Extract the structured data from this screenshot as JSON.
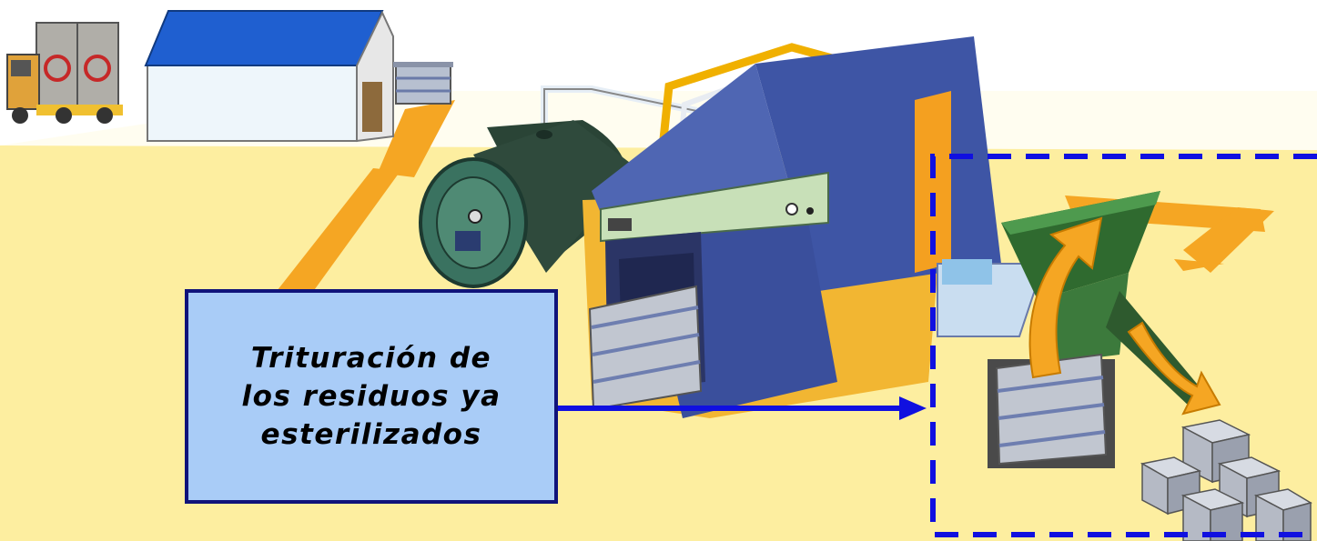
{
  "callout": {
    "text": "Trituración de\nlos residuos ya\nesterilizados"
  },
  "colors": {
    "floor": "#fdeea0",
    "flow_arrow": "#f5a623",
    "machine": "#4a5ea8",
    "hopper": "#3c7a3c",
    "tank": "#2f4a3c",
    "highlight_frame": "#1010e0",
    "callout_bg": "#a9ccf7",
    "callout_border": "#10137a"
  },
  "icons": [
    "biohazard-truck",
    "storage-building",
    "waste-cart",
    "autoclave-tank",
    "sterilizer-machine",
    "shredder-hopper",
    "waste-cube"
  ]
}
